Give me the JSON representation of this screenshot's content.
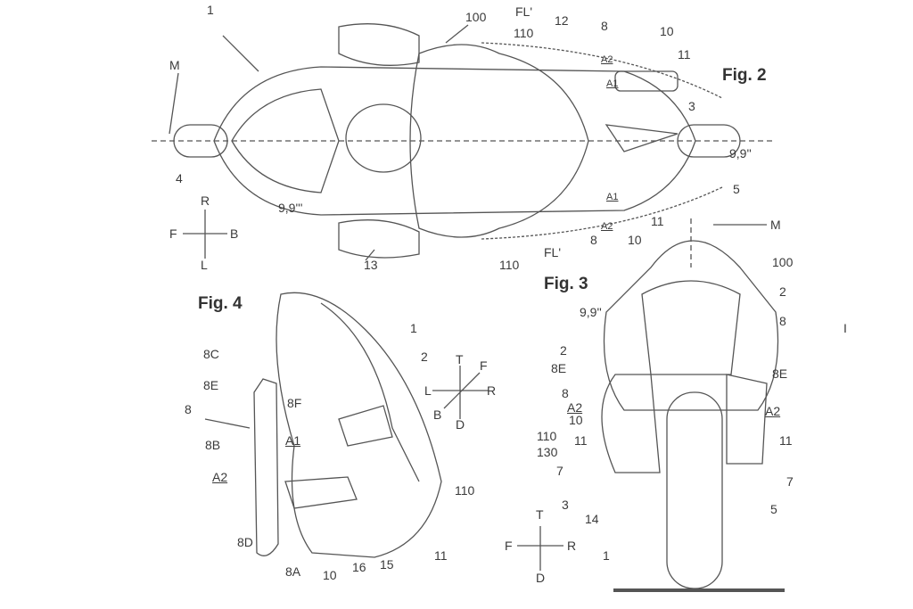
{
  "figures": {
    "fig2": "Fig. 2",
    "fig3": "Fig. 3",
    "fig4": "Fig. 4"
  },
  "fig2_labels": [
    "1",
    "M",
    "100",
    "FL'",
    "110",
    "12",
    "8",
    "10",
    "A2",
    "A1",
    "11",
    "3",
    "9,9''",
    "5",
    "4",
    "9,9'''",
    "R",
    "F",
    "B",
    "L",
    "A1",
    "A2",
    "11",
    "8",
    "10",
    "13",
    "110",
    "FL'",
    "M"
  ],
  "fig3_labels": [
    "100",
    "2",
    "9,9''",
    "8",
    "2",
    "8E",
    "8",
    "A2",
    "10",
    "110",
    "11",
    "130",
    "7",
    "8E",
    "A2",
    "11",
    "7",
    "3",
    "14",
    "5",
    "T",
    "F",
    "R",
    "D",
    "1",
    "I"
  ],
  "fig4_labels": [
    "1",
    "2",
    "8C",
    "8E",
    "8F",
    "8",
    "8B",
    "A1",
    "A2",
    "T",
    "F",
    "L",
    "R",
    "B",
    "D",
    "110",
    "8D",
    "8A",
    "10",
    "16",
    "15",
    "11"
  ],
  "colors": {
    "line": "#555555",
    "background": "#ffffff"
  }
}
